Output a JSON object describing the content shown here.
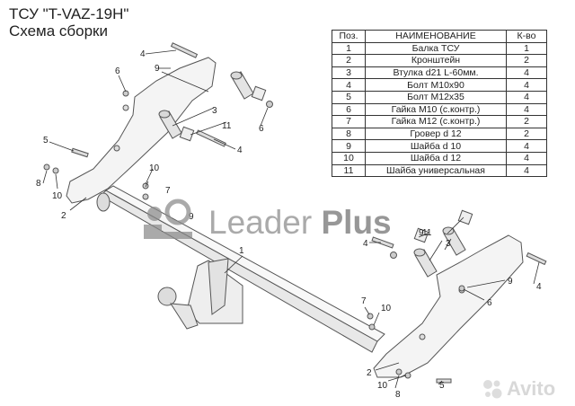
{
  "title": {
    "line1": "ТСУ \"T-VAZ-19H\"",
    "line2": "Схема сборки"
  },
  "table": {
    "headers": {
      "pos": "Поз.",
      "name": "НАИМЕНОВАНИЕ",
      "qty": "К-во"
    },
    "rows": [
      {
        "pos": "1",
        "name": "Балка ТСУ",
        "qty": "1"
      },
      {
        "pos": "2",
        "name": "Кронштейн",
        "qty": "2"
      },
      {
        "pos": "3",
        "name": "Втулка d21 L-60мм.",
        "qty": "4"
      },
      {
        "pos": "4",
        "name": "Болт М10х90",
        "qty": "4"
      },
      {
        "pos": "5",
        "name": "Болт М12х35",
        "qty": "4"
      },
      {
        "pos": "6",
        "name": "Гайка  М10 (с.контр.)",
        "qty": "4"
      },
      {
        "pos": "7",
        "name": "Гайка М12 (с.контр.)",
        "qty": "2"
      },
      {
        "pos": "8",
        "name": "Гровер d 12",
        "qty": "2"
      },
      {
        "pos": "9",
        "name": "Шайба d 10",
        "qty": "4"
      },
      {
        "pos": "10",
        "name": "Шайба d 12",
        "qty": "4"
      },
      {
        "pos": "11",
        "name": "Шайба универсальная",
        "qty": "4"
      }
    ]
  },
  "watermark": {
    "text_regular": "Leader ",
    "text_bold": "Plus",
    "icon": "towbar-logo-icon"
  },
  "avito": {
    "text": "Avito",
    "icon": "avito-dots-icon"
  },
  "callouts": [
    {
      "id": "c1",
      "text": "1"
    },
    {
      "id": "c2a",
      "text": "2"
    },
    {
      "id": "c2b",
      "text": "2"
    },
    {
      "id": "c3a",
      "text": "3"
    },
    {
      "id": "c3b",
      "text": "3"
    },
    {
      "id": "c4a",
      "text": "4"
    },
    {
      "id": "c4b",
      "text": "4"
    },
    {
      "id": "c4c",
      "text": "4"
    },
    {
      "id": "c4d",
      "text": "4"
    },
    {
      "id": "c5a",
      "text": "5"
    },
    {
      "id": "c5b",
      "text": "5"
    },
    {
      "id": "c6a",
      "text": "6"
    },
    {
      "id": "c6b",
      "text": "6"
    },
    {
      "id": "c6c",
      "text": "6"
    },
    {
      "id": "c7a",
      "text": "7"
    },
    {
      "id": "c7b",
      "text": "7"
    },
    {
      "id": "c8a",
      "text": "8"
    },
    {
      "id": "c8b",
      "text": "8"
    },
    {
      "id": "c9a",
      "text": "9"
    },
    {
      "id": "c9b",
      "text": "9"
    },
    {
      "id": "c9c",
      "text": "9"
    },
    {
      "id": "c9d",
      "text": "9"
    },
    {
      "id": "c10a",
      "text": "10"
    },
    {
      "id": "c10b",
      "text": "10"
    },
    {
      "id": "c10c",
      "text": "10"
    },
    {
      "id": "c10d",
      "text": "10"
    },
    {
      "id": "c11a",
      "text": "11"
    },
    {
      "id": "c11b",
      "text": "11"
    }
  ]
}
